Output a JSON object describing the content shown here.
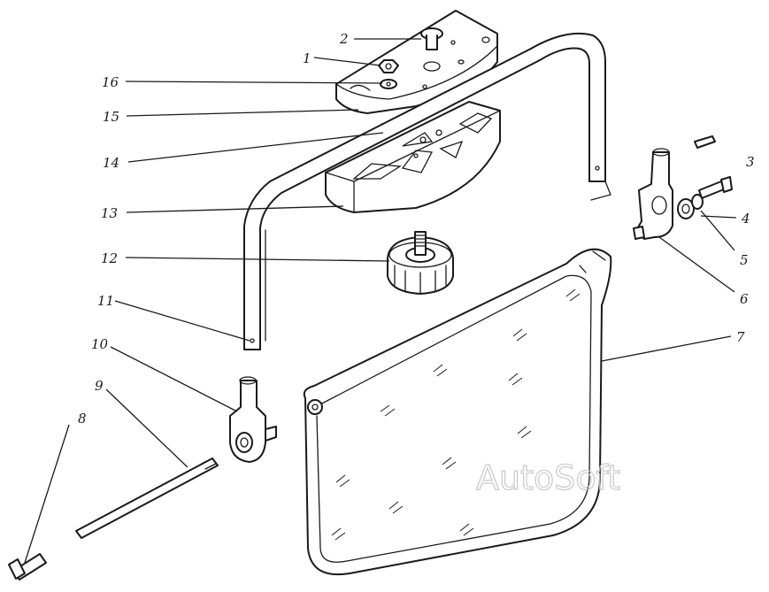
{
  "callouts": {
    "c1": "1",
    "c2": "2",
    "c3": "3",
    "c4": "4",
    "c5": "5",
    "c6": "6",
    "c7": "7",
    "c8": "8",
    "c9": "9",
    "c10": "10",
    "c11": "11",
    "c12": "12",
    "c13": "13",
    "c14": "14",
    "c15": "15",
    "c16": "16"
  },
  "watermark": "AutoSoft"
}
